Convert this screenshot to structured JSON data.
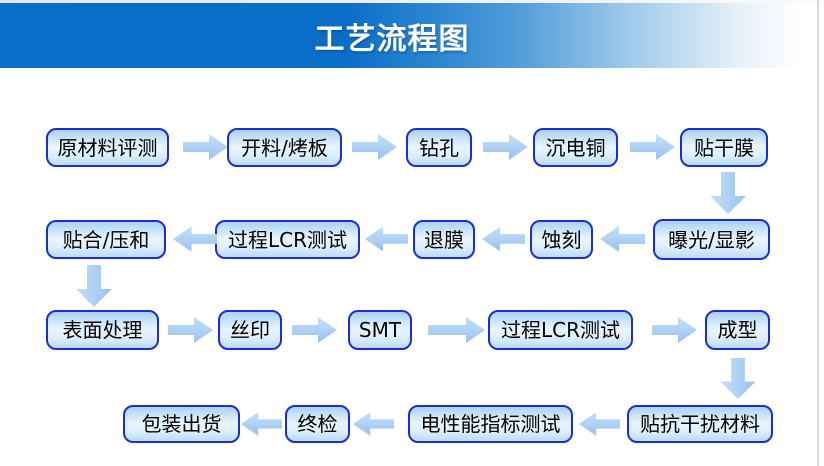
{
  "page": {
    "title": "工艺流程图"
  },
  "colors": {
    "header_blue": "#0a6ec8",
    "box_border_blue": "#1c2dd6",
    "box_fill_light_blue": "#a9d2f4",
    "arrow_light_blue": "#a7cef3",
    "title_text": "#ffffff",
    "node_text": "#000000"
  },
  "flow": {
    "nodes": [
      {
        "label": "原材料评测"
      },
      {
        "label": "开料/烤板"
      },
      {
        "label": "钻孔"
      },
      {
        "label": "沉电铜"
      },
      {
        "label": "贴干膜"
      },
      {
        "label": "曝光/显影"
      },
      {
        "label": "蚀刻"
      },
      {
        "label": "退膜"
      },
      {
        "label": "过程LCR测试"
      },
      {
        "label": "贴合/压和"
      },
      {
        "label": "表面处理"
      },
      {
        "label": "丝印"
      },
      {
        "label": "SMT"
      },
      {
        "label": "过程LCR测试"
      },
      {
        "label": "成型"
      },
      {
        "label": "贴抗干扰材料"
      },
      {
        "label": "电性能指标测试"
      },
      {
        "label": "终检"
      },
      {
        "label": "包装出货"
      }
    ],
    "connectors": [
      {
        "dir": "right"
      },
      {
        "dir": "right"
      },
      {
        "dir": "right"
      },
      {
        "dir": "right"
      },
      {
        "dir": "down"
      },
      {
        "dir": "left"
      },
      {
        "dir": "left"
      },
      {
        "dir": "left"
      },
      {
        "dir": "left"
      },
      {
        "dir": "down"
      },
      {
        "dir": "right"
      },
      {
        "dir": "right"
      },
      {
        "dir": "right"
      },
      {
        "dir": "right"
      },
      {
        "dir": "down"
      },
      {
        "dir": "left"
      },
      {
        "dir": "left"
      },
      {
        "dir": "left"
      }
    ]
  }
}
